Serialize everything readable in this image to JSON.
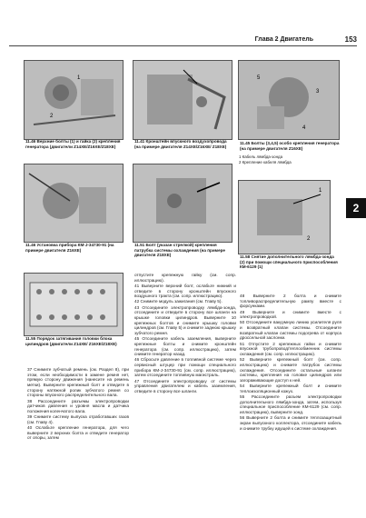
{
  "header": {
    "chapter": "Глава 2 Двигатель",
    "page_number": "153"
  },
  "side_tab": "2",
  "figures": [
    {
      "id": "f1146",
      "caption": "11.46 Верхние болты (1) и гайка (2) крепления генератора (двигатели Z14XE/Z16XE/Z18XE)"
    },
    {
      "id": "f1141",
      "caption": "11.41 Кронштейн впускного воздухопровода (на примере двигателя Z14XE/Z16XE/ Z18XE)"
    },
    {
      "id": "f1145",
      "caption": "11.45 Болты (3,4,5) особо крепления генератора (на примере двигателя Z16XE)"
    },
    {
      "id": "f1146b",
      "caption": "11.46 Установка прибора КМ-J-34730-91 (на примере двигателя Z16XE)"
    },
    {
      "id": "f1151",
      "caption": "11.51 Болт (указан стрелкой) крепления патрубка системы охлаждения (на примере двигателя Z18XE)"
    },
    {
      "id": "f1158",
      "caption": "11.58 Снятие дополнительного лямбда-зонда (2) при помощи специального приспособления КМ-6129 (1)"
    },
    {
      "id": "f1155",
      "caption": "11.55 Порядок затягивания головки блока цилиндров (двигатели Z14XE/ Z16XE/Z18XE)"
    }
  ],
  "legend": [
    "1 Кабель лямбда-зонда",
    "2 Крепление кабеля лямбда"
  ],
  "columns": {
    "left": [
      "37 Снимите зубчатый ремень (см. Раздел 8), при этом, если необходимости в замене ремня нет, прямую сторону движения (нанесите на ремень метки). Выверните крепежный болт и отведите в сторону натяжной ролик зубчатого ремня со стороны впускного распределительного вала.",
      "38 Рассоедините разъемы электропроводки датчиков давления и уровня масла и датчика положения коленчатого вала.",
      "39 Снимите систему выпуска отработавших газов (см. Главу 4).",
      "40 Ослабьте крепление генератора, для чего выверните 2 верхних болта и отведите генератор от опоры, затем"
    ],
    "middle": [
      "отпустите крепежную гайку (см. сопр. иллюстрацию).",
      "41 Выверните верхний болт, ослабьте нижний и отведите в сторону кронштейн впускного воздушного тракта (см. сопр. иллюстрацию).",
      "42 Снимите модуль зажигания (см. Главу 5).",
      "43 Отсоедините электропроводку лямбда-зонда, отсоедините и отведите в сторону все шланги на крышке головки цилиндров. Выверните 10 крепежных болтов и снимите крышку головки цилиндров (см. Главу 5) и снимите заднюю крышку зубчатого ремня.",
      "45 Отсоедините кабель заземления, выверните крепежные болты и снимите кронштейн генератора (см. сопр. иллюстрацию), затем снимите генератор назад.",
      "46 Сбросьте давление в топливной системе через сервисный штуцер при помощи специального прибора КМ-J-34730-91 (см. сопр. иллюстрацию), затем отсоедините топливную магистраль.",
      "47 Отсоедините электропроводку от системы управления двигателем и кабель заземления, отведите в сторону все шланги."
    ],
    "right": [
      "48 Выверните 2 болта и снимите топливораспределительную рампу вместе с форсунками.",
      "49 Выверните и снимите вместе с электропроводкой.",
      "50 Отсоедините вакуумную линию усилителя руля и возвратный клапан системы. Отсоедините возвратный клапан системы подогрева от корпуса дроссельной заслонки.",
      "51 Отпустите 2 крепежных гайки и снимите впускной трубопровод/теплообменник системы охлаждения (см. сопр. иллюстрацию).",
      "52 Выверните крепежный болт (см. сопр. иллюстрацию) и снимите патрубок системы охлаждения. Отсоедините остальные шланги системы, крепления на головке цилиндров или загораживающие доступ к ней.",
      "54 Выверните крепежный болт и снимите теплоизоляционный кожух.",
      "55 Рассоедините разъем электропроводки дополнительного лямбда-зонда, затем, используя специальное приспособление КМ-6129 (см. сопр. иллюстрацию), выверните зонд.",
      "56 Выверните 2 болта и снимите теплозащитный экран выпускного коллектора, отсоедините кабель и снимите трубку идущей к системе охлаждения."
    ]
  }
}
